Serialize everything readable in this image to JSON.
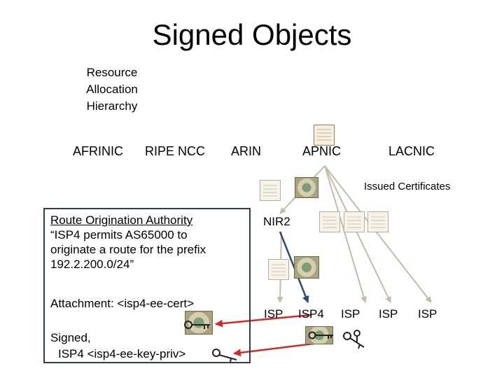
{
  "title": "Signed Objects",
  "hierarchy": {
    "line1": "Resource",
    "line2": "Allocation",
    "line3": "Hierarchy"
  },
  "rirs": [
    "AFRINIC",
    "RIPE NCC",
    "ARIN",
    "APNIC",
    "LACNIC"
  ],
  "issued_label": "Issued Certificates",
  "nir_label": "NIR2",
  "isps": [
    "ISP",
    "ISP4",
    "ISP",
    "ISP",
    "ISP"
  ],
  "roa": {
    "title": "Route Origination Authority",
    "text1": "“ISP4 permits AS65000 to",
    "text2": "originate a route for the prefix",
    "text3": "192.2.200.0/24”",
    "attachment": "Attachment: <isp4-ee-cert>",
    "signed1": "Signed,",
    "signed2": "ISP4 <isp4-ee-key-priv>"
  },
  "icons": [
    "certificate-icon",
    "stock-certificate-icon",
    "key-icon"
  ],
  "colors": {
    "tree_lines": "#c4bba8",
    "highlight_path": "#2f4a6e",
    "link_arrows": "#cc2b2b",
    "box_border": "#2d3c5a"
  }
}
